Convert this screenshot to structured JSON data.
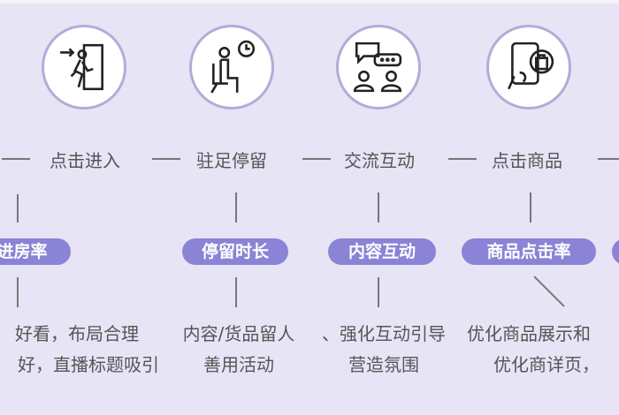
{
  "steps": [
    {
      "label": "点击进入",
      "metric": "进房率",
      "desc": [
        "好看，布局合理",
        "好，直播标题吸引"
      ],
      "icon": "person-entering-door-icon"
    },
    {
      "label": "驻足停留",
      "metric": "停留时长",
      "desc": [
        "内容/货品留人",
        "善用活动"
      ],
      "icon": "seated-person-clock-icon"
    },
    {
      "label": "交流互动",
      "metric": "内容互动",
      "desc": [
        "、强化互动引导",
        "营造氛围"
      ],
      "icon": "chat-people-icon"
    },
    {
      "label": "点击商品",
      "metric": "商品点击率",
      "desc": [
        "优化商品展示和",
        "优化商详页，"
      ],
      "icon": "phone-shopping-bag-icon"
    }
  ],
  "colors": {
    "background": "#e7e4f6",
    "pill": "#8b83d5",
    "circle_border": "#b3abd9",
    "text": "#555555"
  }
}
